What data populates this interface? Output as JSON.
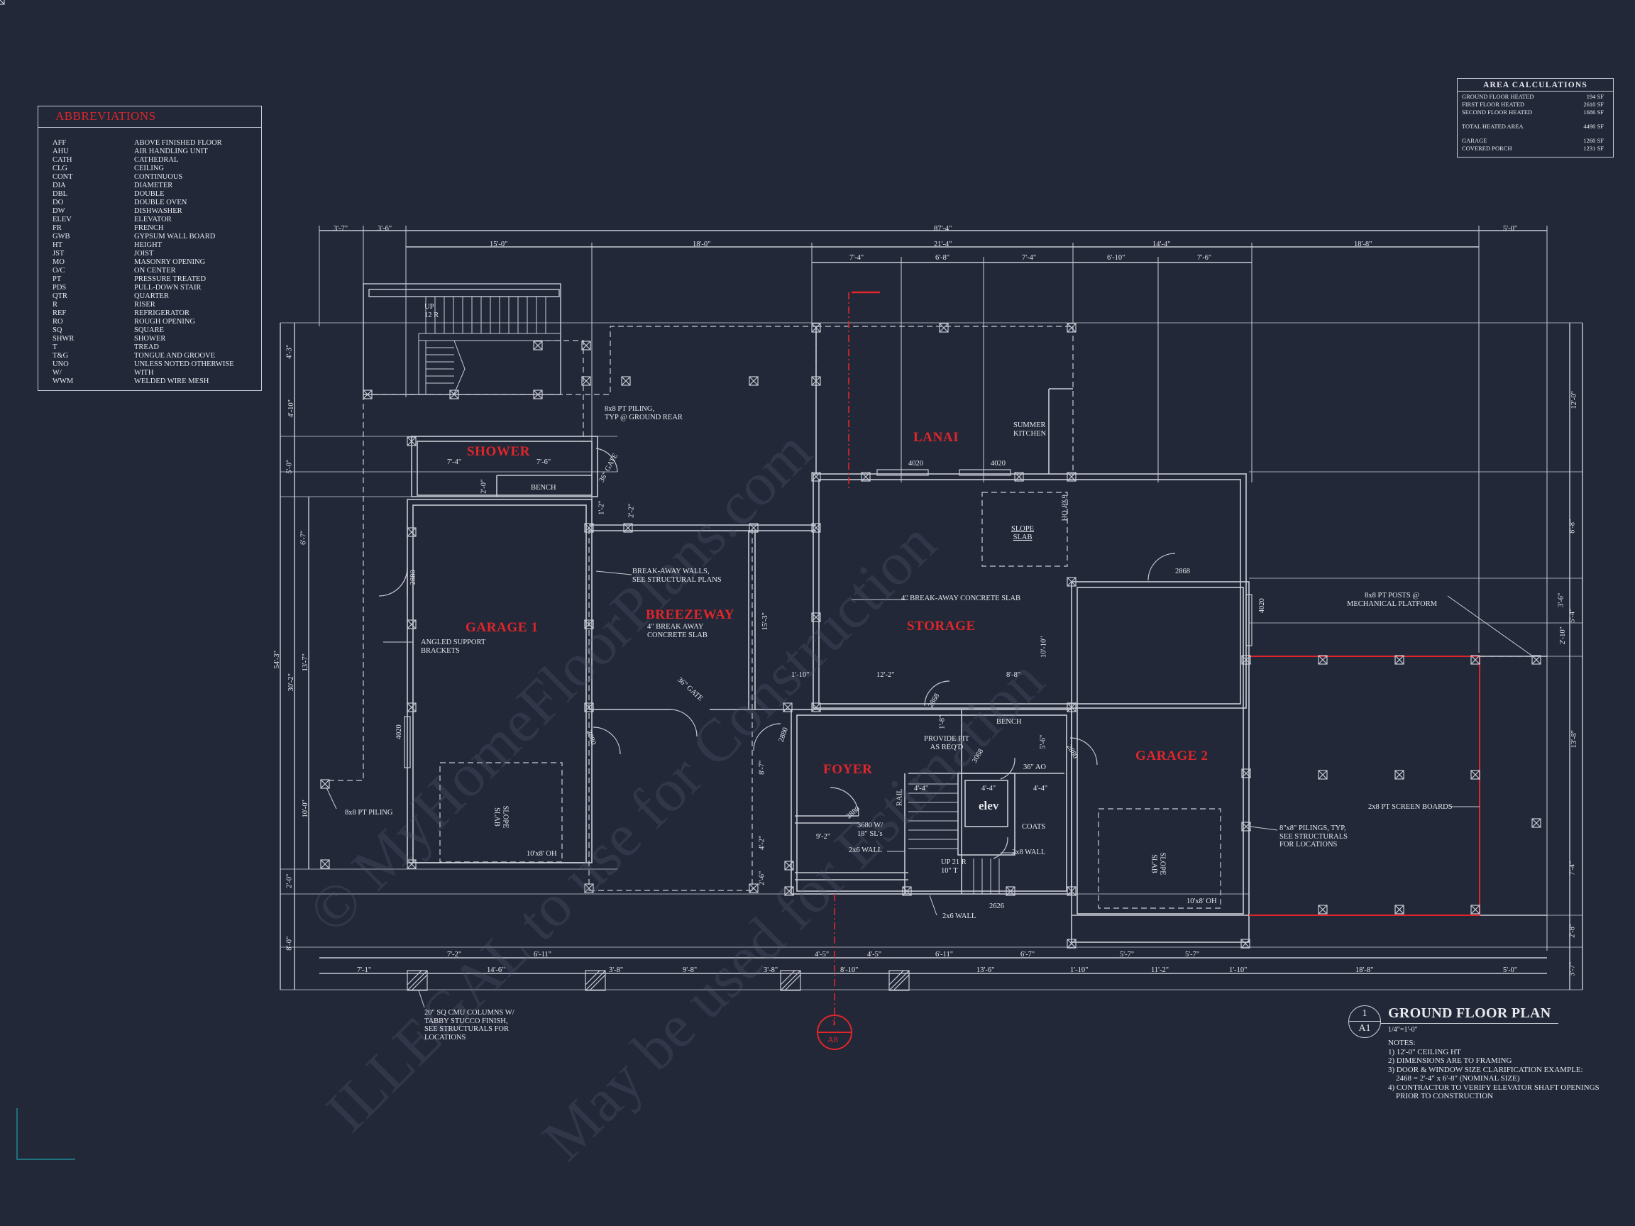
{
  "abbreviations": {
    "title": "ABBREVIATIONS",
    "items": [
      {
        "abbr": "AFF",
        "meaning": "ABOVE FINISHED FLOOR"
      },
      {
        "abbr": "AHU",
        "meaning": "AIR HANDLING UNIT"
      },
      {
        "abbr": "CATH",
        "meaning": "CATHEDRAL"
      },
      {
        "abbr": "CLG",
        "meaning": "CEILING"
      },
      {
        "abbr": "CONT",
        "meaning": "CONTINUOUS"
      },
      {
        "abbr": "DIA",
        "meaning": "DIAMETER"
      },
      {
        "abbr": "DBL",
        "meaning": "DOUBLE"
      },
      {
        "abbr": "DO",
        "meaning": "DOUBLE OVEN"
      },
      {
        "abbr": "DW",
        "meaning": "DISHWASHER"
      },
      {
        "abbr": "ELEV",
        "meaning": "ELEVATOR"
      },
      {
        "abbr": "FR",
        "meaning": "FRENCH"
      },
      {
        "abbr": "GWB",
        "meaning": "GYPSUM WALL BOARD"
      },
      {
        "abbr": "HT",
        "meaning": "HEIGHT"
      },
      {
        "abbr": "JST",
        "meaning": "JOIST"
      },
      {
        "abbr": "MO",
        "meaning": "MASONRY OPENING"
      },
      {
        "abbr": "O/C",
        "meaning": "ON CENTER"
      },
      {
        "abbr": "PT",
        "meaning": "PRESSURE TREATED"
      },
      {
        "abbr": "PDS",
        "meaning": "PULL-DOWN STAIR"
      },
      {
        "abbr": "QTR",
        "meaning": "QUARTER"
      },
      {
        "abbr": "R",
        "meaning": "RISER"
      },
      {
        "abbr": "REF",
        "meaning": "REFRIGERATOR"
      },
      {
        "abbr": "RO",
        "meaning": "ROUGH OPENING"
      },
      {
        "abbr": "SQ",
        "meaning": "SQUARE"
      },
      {
        "abbr": "SHWR",
        "meaning": "SHOWER"
      },
      {
        "abbr": "T",
        "meaning": "TREAD"
      },
      {
        "abbr": "T&G",
        "meaning": "TONGUE AND GROOVE"
      },
      {
        "abbr": "UNO",
        "meaning": "UNLESS NOTED OTHERWISE"
      },
      {
        "abbr": "W/",
        "meaning": "WITH"
      },
      {
        "abbr": "WWM",
        "meaning": "WELDED WIRE MESH"
      }
    ]
  },
  "area_calculations": {
    "title": "AREA CALCULATIONS",
    "rows": [
      {
        "label": "GROUND FLOOR HEATED",
        "value": "194 SF"
      },
      {
        "label": "FIRST FLOOR HEATED",
        "value": "2610 SF"
      },
      {
        "label": "SECOND FLOOR HEATED",
        "value": "1686 SF"
      },
      {
        "label": "TOTAL HEATED AREA",
        "value": "4490 SF"
      },
      {
        "label": "GARAGE",
        "value": "1260 SF"
      },
      {
        "label": "COVERED PORCH",
        "value": "1231 SF"
      }
    ]
  },
  "rooms": {
    "shower": "SHOWER",
    "garage1": "GARAGE 1",
    "breezeway": "BREEZEWAY",
    "lanai": "LANAI",
    "storage": "STORAGE",
    "foyer": "FOYER",
    "garage2": "GARAGE 2",
    "elev": "elev"
  },
  "top_dims": {
    "row1": [
      "3'-7\"",
      "3'-6\"",
      "87'-4\"",
      "5'-0\""
    ],
    "row2": [
      "15'-0\"",
      "18'-0\"",
      "21'-4\"",
      "14'-4\"",
      "18'-8\""
    ],
    "row3": [
      "7'-4\"",
      "6'-8\"",
      "7'-4\"",
      "6'-10\"",
      "7'-6\""
    ]
  },
  "bottom_dims": {
    "row1": [
      "7'-2\"",
      "6'-11\"",
      "4'-5\"",
      "4'-5\"",
      "6'-11\"",
      "6'-7\"",
      "5'-7\"",
      "5'-7\""
    ],
    "row2": [
      "7'-1\"",
      "14'-6\"",
      "3'-8\"",
      "9'-8\"",
      "3'-8\"",
      "8'-10\"",
      "13'-6\"",
      "1'-10\"",
      "11'-2\"",
      "1'-10\"",
      "18'-8\"",
      "5'-0\""
    ]
  },
  "left_dims": [
    "4'-3\"",
    "4'-10\"",
    "5'-0\"",
    "6'-7\"",
    "13'-7\"",
    "10'-0\"",
    "30'-2\"",
    "54'-3\"",
    "2'-0\"",
    "8'-0\""
  ],
  "right_dims": [
    "12'-0\"",
    "8'-8\"",
    "3'-6\"",
    "2'-10\"",
    "13'-8\"",
    "7'-4\"",
    "2'-8\"",
    "3'-7\"",
    "5'-4\""
  ],
  "annotations": {
    "up_stair": "UP\n12 R",
    "pt_piling_rear": "8x8 PT PILING,\nTYP @ GROUND REAR",
    "summer_kitchen": "SUMMER\nKITCHEN",
    "door_4020_a": "4020",
    "door_4020_b": "4020",
    "door_4020_c": "4020",
    "door_4020_d": "4020",
    "shower_74": "7'-4\"",
    "shower_76": "7'-6\"",
    "shower_20": "2'-0\"",
    "bench_shower": "BENCH",
    "gate_36": "36\" GATE",
    "dim_2_2": "2'-2\"",
    "dim_1_2": "1'-2\"",
    "slope_slab_lanai": "SLOPE\nSLAB",
    "oh_68": "6'x8' OH",
    "door_2868": "2868",
    "breakaway_walls": "BREAK-AWAY WALLS,\nSEE STRUCTURAL PLANS",
    "door_2880_g1": "2880",
    "breakaway_slab_storage": "4\" BREAK-AWAY CONCRETE SLAB",
    "pt_posts": "8x8 PT POSTS @\nMECHANICAL PLATFORM",
    "angled_brackets": "ANGLED SUPPORT\nBRACKETS",
    "breakaway_slab_bz": "4\" BREAK AWAY\nCONCRETE SLAB",
    "dim_15_3": "15'-3\"",
    "dim_10_10": "10'-10\"",
    "dim_1_10": "1'-10\"",
    "dim_12_2": "12'-2\"",
    "dim_8_8": "8'-8\"",
    "bench_foyer": "BENCH",
    "door_2868_b": "2868",
    "gate_36b": "36\" GATE",
    "pit": "PROVIDE PIT\nAS REQ'D",
    "door_3068": "3068",
    "ao_36": "36\" AO",
    "dim_4_4a": "4'-4\"",
    "dim_4_4b": "4'-4\"",
    "dim_4_4c": "4'-4\"",
    "dim_1_8": "1'-8\"",
    "dim_5_6": "5'-6\"",
    "dim_8_7": "8'-7\"",
    "dim_4_2": "4'-2\"",
    "dim_2_6": "2'-6\"",
    "rail": "RAIL",
    "door_2880_a": "2880",
    "door_2880_b": "2880",
    "door_2880_c": "2880",
    "door_2880_d": "2880",
    "slope_slab_g1": "SLOPE\nSLAB",
    "oh_108_g1": "10'x8' OH",
    "pt_piling": "8x8 PT PILING",
    "sl_3680": "3680 W/\n18\" SL's",
    "dim_9_2": "9'-2\"",
    "wall_2x6_a": "2x6 WALL",
    "wall_2x6_b": "2x6 WALL",
    "wall_2x8": "2x8 WALL",
    "up_21r": "UP 21 R\n10\" T",
    "door_2626": "2626",
    "coats": "COATS",
    "slope_slab_g2": "SLOPE\nSLAB",
    "oh_108_g2": "10'x8' OH",
    "pilings_8x8": "8\"x8\" PILINGS, TYP,\nSEE STRUCTURALS\nFOR LOCATIONS",
    "screen_boards": "2x8 PT SCREEN BOARDS",
    "cmu_columns": "20\" SQ CMU COLUMNS W/\nTABBY STUCCO FINISH,\nSEE STRUCTURALS FOR\nLOCATIONS",
    "section_num": "1",
    "section_sheet": "A8"
  },
  "title_block": {
    "number": "1",
    "sheet": "A1",
    "title": "GROUND FLOOR PLAN",
    "scale": "1/4\"=1'-0\"",
    "notes": [
      "NOTES:",
      "1) 12'-0\" CEILING HT",
      "2) DIMENSIONS ARE TO FRAMING",
      "3) DOOR & WINDOW SIZE CLARIFICATION EXAMPLE:",
      "    2468 = 2'-4\" x 6'-8\" (NOMINAL SIZE)",
      "4) CONTRACTOR TO VERIFY ELEVATOR SHAFT OPENINGS",
      "    PRIOR TO CONSTRUCTION"
    ]
  },
  "watermark": {
    "line1": "© MyHomeFloorPlans.com",
    "line2": "ILLEGAL to use for Construction",
    "line3": "May be used for Estimation"
  },
  "colors": {
    "background": "#222838",
    "line": "#c9ccd6",
    "accent": "#e0262a"
  }
}
